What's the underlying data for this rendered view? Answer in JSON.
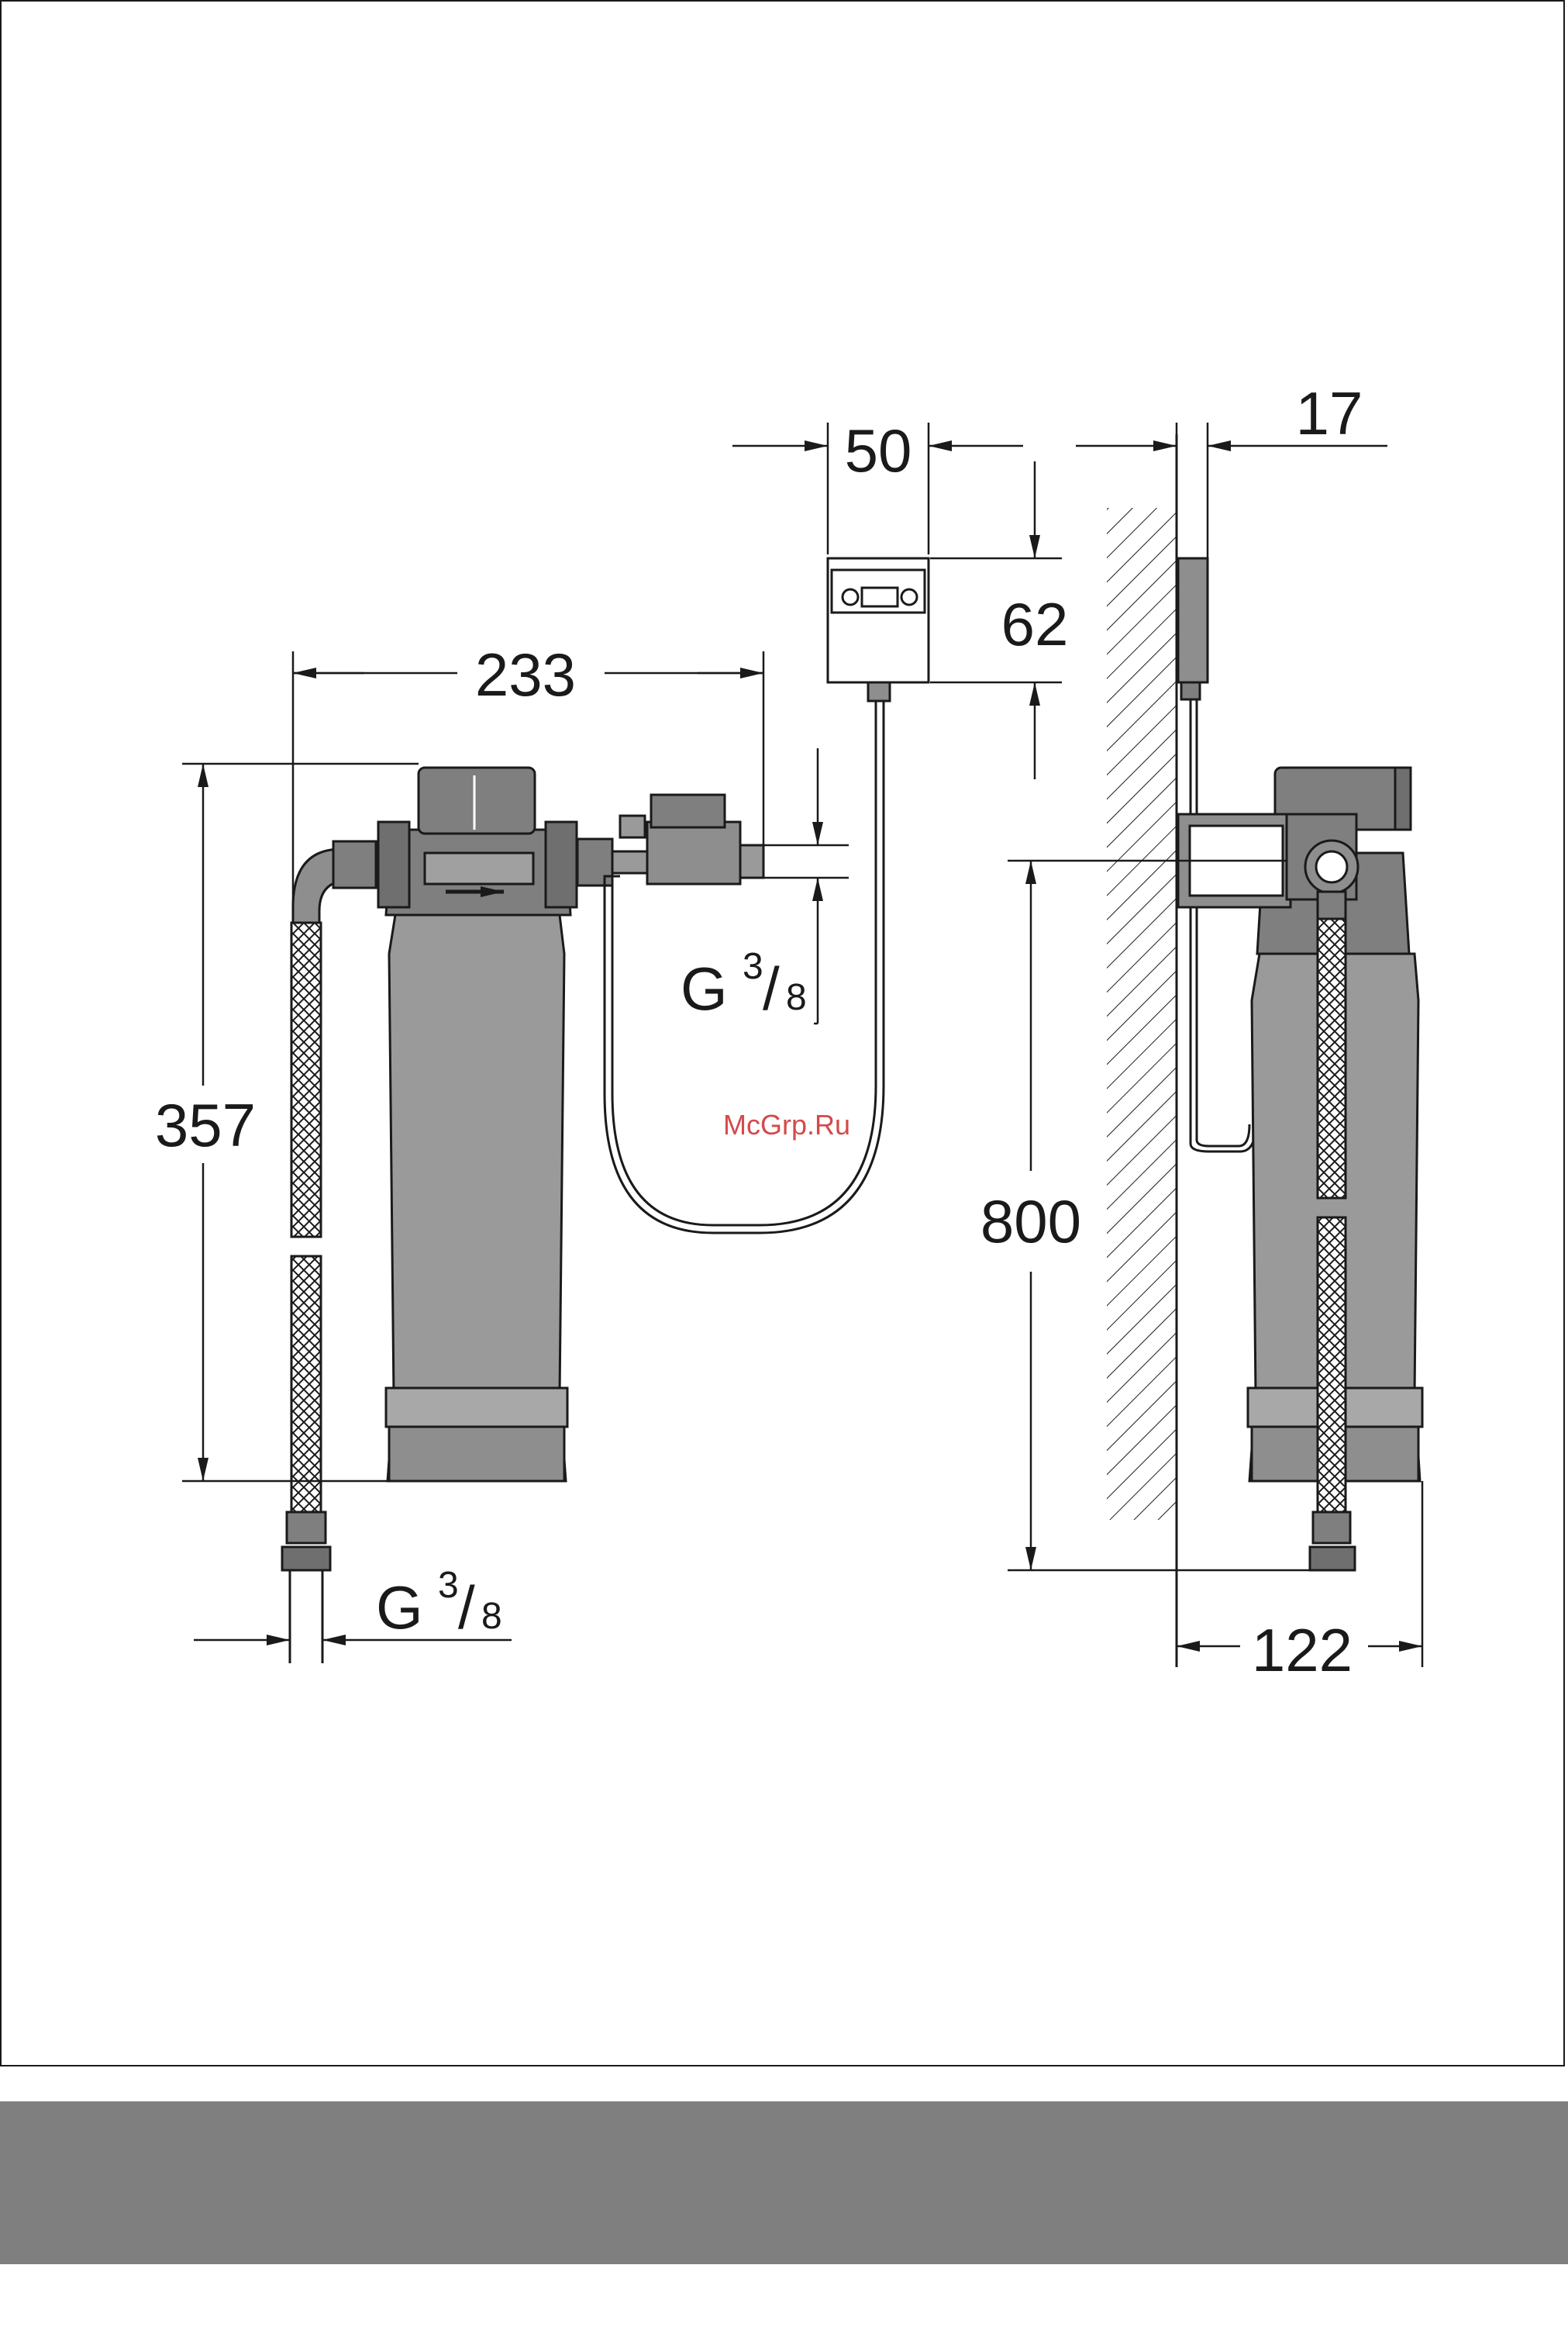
{
  "colors": {
    "line": "#1a1a1a",
    "part_fill": "#9a9a9a",
    "part_dark": "#6f6f6f",
    "footer_band": "#7f7f7f",
    "watermark": "#d44a4a"
  },
  "dimensions": {
    "module_width": "50",
    "wall_gap": "17",
    "module_height": "62",
    "connector_spacing": "233",
    "filter_height": "357",
    "thread_outlet": {
      "letter": "G",
      "numerator": "3",
      "slash": "/",
      "denominator": "8"
    },
    "thread_inlet": {
      "letter": "G",
      "numerator": "3",
      "slash": "/",
      "denominator": "8"
    },
    "mount_height": "800",
    "depth": "122"
  },
  "icons": {
    "flow_direction": "arrow-right-icon",
    "wall": "wall-hatch-icon"
  }
}
